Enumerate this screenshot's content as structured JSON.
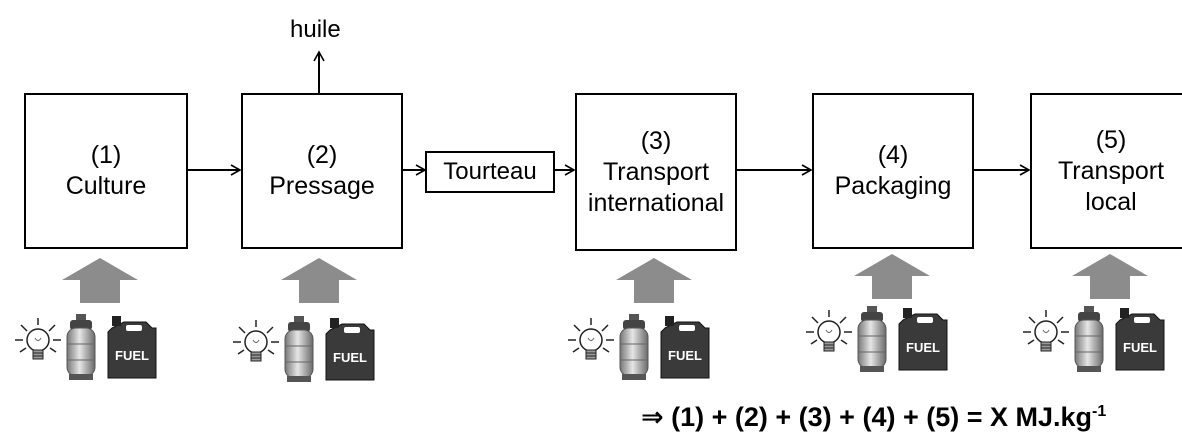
{
  "steps": [
    {
      "number": "(1)",
      "lines": [
        "Culture"
      ]
    },
    {
      "number": "(2)",
      "lines": [
        "Pressage"
      ]
    },
    {
      "number": "(3)",
      "lines": [
        "Transport",
        "international"
      ]
    },
    {
      "number": "(4)",
      "lines": [
        "Packaging"
      ]
    },
    {
      "number": "(5)",
      "lines": [
        "Transport",
        "local"
      ]
    }
  ],
  "byproduct": "huile",
  "intermediate": "Tourteau",
  "inputs": {
    "icons": [
      "lightbulb-icon",
      "gas-bottle-icon",
      "fuel-can-icon"
    ],
    "fuel_label": "FUEL"
  },
  "formula": {
    "implies": "⇒",
    "text": "(1) + (2) + (3) + (4) + (5) = X MJ.kg",
    "exponent": "-1"
  },
  "colors": {
    "arrow_gray": "#8c8c8c",
    "line": "#000000",
    "can_dark": "#3a3a3a"
  }
}
